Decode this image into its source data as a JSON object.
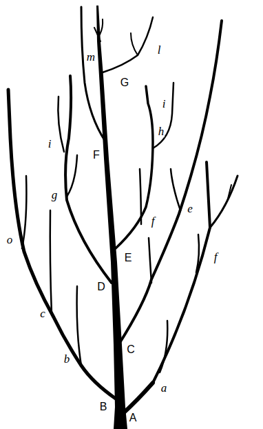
{
  "diagram": {
    "labels": [
      "m",
      "l",
      "G",
      "i",
      "h",
      "i",
      "F",
      "g",
      "o",
      "f",
      "e",
      "E",
      "f",
      "D",
      "c",
      "C",
      "b",
      "B",
      "a",
      "A"
    ]
  }
}
